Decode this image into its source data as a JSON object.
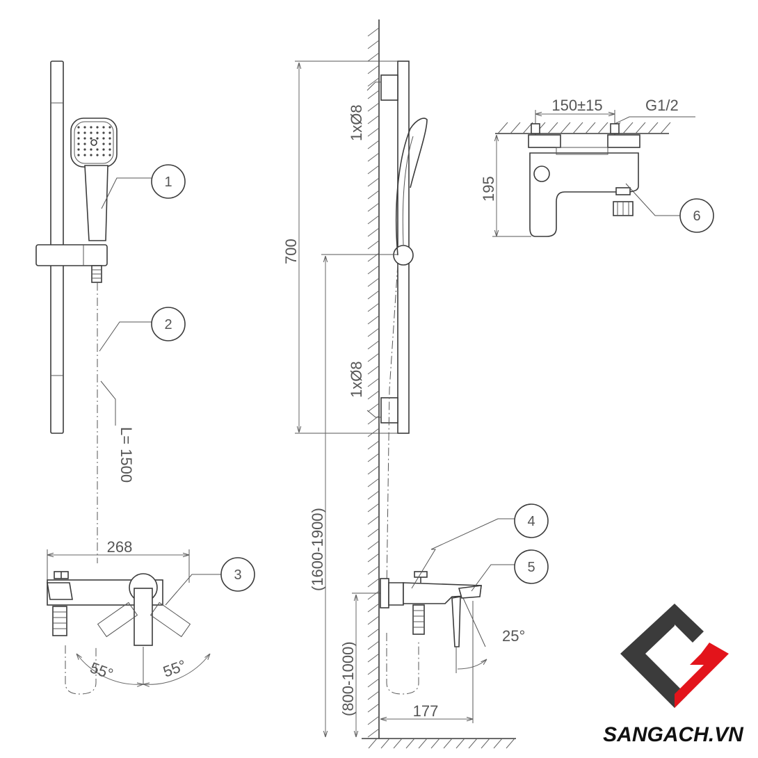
{
  "dimensions": {
    "hose_length": "L= 1500",
    "rail_height": "700",
    "top_hole": "1xØ8",
    "bottom_hole": "1xØ8",
    "install_height": "(1600-1900)",
    "mixer_height": "(800-1000)",
    "spout_projection": "177",
    "spout_angle": "25°",
    "mixer_width": "268",
    "lever_left_angle": "55°",
    "lever_right_angle": "55°",
    "center_distance": "150±15",
    "thread": "G1/2",
    "mixer_depth": "195"
  },
  "callouts": [
    "1",
    "2",
    "3",
    "4",
    "5",
    "6"
  ],
  "brand": {
    "name": "SANGACH.VN",
    "logo_colors": {
      "dark": "#3b3b3b",
      "red": "#e3141b"
    }
  },
  "colors": {
    "line": "#3a3a3a",
    "text": "#555555"
  }
}
